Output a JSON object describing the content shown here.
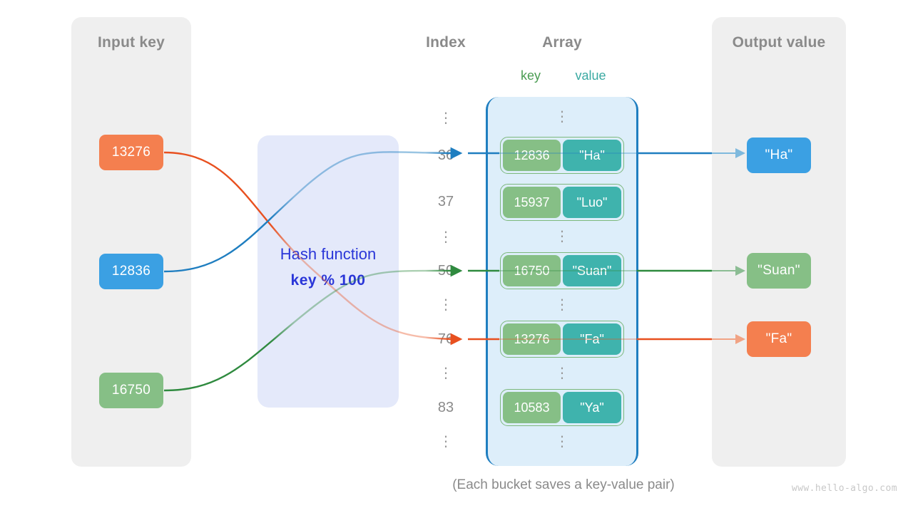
{
  "panels": {
    "input": {
      "title": "Input key"
    },
    "output": {
      "title": "Output value"
    }
  },
  "columns": {
    "index_title": "Index",
    "array_title": "Array",
    "key_title": "key",
    "value_title": "value"
  },
  "hash_function": {
    "label": "Hash function",
    "expression": "key % 100"
  },
  "input_keys": [
    {
      "text": "13276",
      "color": "#f47f4f"
    },
    {
      "text": "12836",
      "color": "#3ba0e3"
    },
    {
      "text": "16750",
      "color": "#86bf86"
    }
  ],
  "output_values": [
    {
      "text": "\"Ha\"",
      "color": "#3ba0e3"
    },
    {
      "text": "\"Suan\"",
      "color": "#86bf86"
    },
    {
      "text": "\"Fa\"",
      "color": "#f47f4f"
    }
  ],
  "index_column": [
    {
      "kind": "dots",
      "text": "⋮"
    },
    {
      "kind": "num",
      "text": "36"
    },
    {
      "kind": "num",
      "text": "37"
    },
    {
      "kind": "dots",
      "text": "⋮"
    },
    {
      "kind": "num",
      "text": "50"
    },
    {
      "kind": "dots",
      "text": "⋮"
    },
    {
      "kind": "num",
      "text": "76"
    },
    {
      "kind": "dots",
      "text": "⋮"
    },
    {
      "kind": "num",
      "text": "83"
    },
    {
      "kind": "dots",
      "text": "⋮"
    }
  ],
  "buckets": [
    {
      "key": "12836",
      "value": "\"Ha\""
    },
    {
      "key": "15937",
      "value": "\"Luo\""
    },
    {
      "key": "16750",
      "value": "\"Suan\""
    },
    {
      "key": "13276",
      "value": "\"Fa\""
    },
    {
      "key": "10583",
      "value": "\"Ya\""
    }
  ],
  "array_dots": [
    "⋮",
    "⋮",
    "⋮",
    "⋮",
    "⋮"
  ],
  "footer": {
    "caption": "(Each bucket saves a key-value pair)",
    "watermark": "www.hello-algo.com"
  },
  "colors": {
    "panel_bg": "#efefef",
    "hash_bg": "#e4e9fa",
    "hash_text": "#2a36d8",
    "array_bg": "#ddeefa",
    "array_border": "#1f7ec0",
    "bucket_border": "#7cb87c",
    "key_cell": "#86bf86",
    "value_cell": "#3fb3ad",
    "key_label": "#4a9c52",
    "value_label": "#3aa9a2",
    "heading": "#8a8a8a",
    "wire_blue": "#1f7ec0",
    "wire_green": "#2f8a3f",
    "wire_orange": "#e8501f"
  }
}
